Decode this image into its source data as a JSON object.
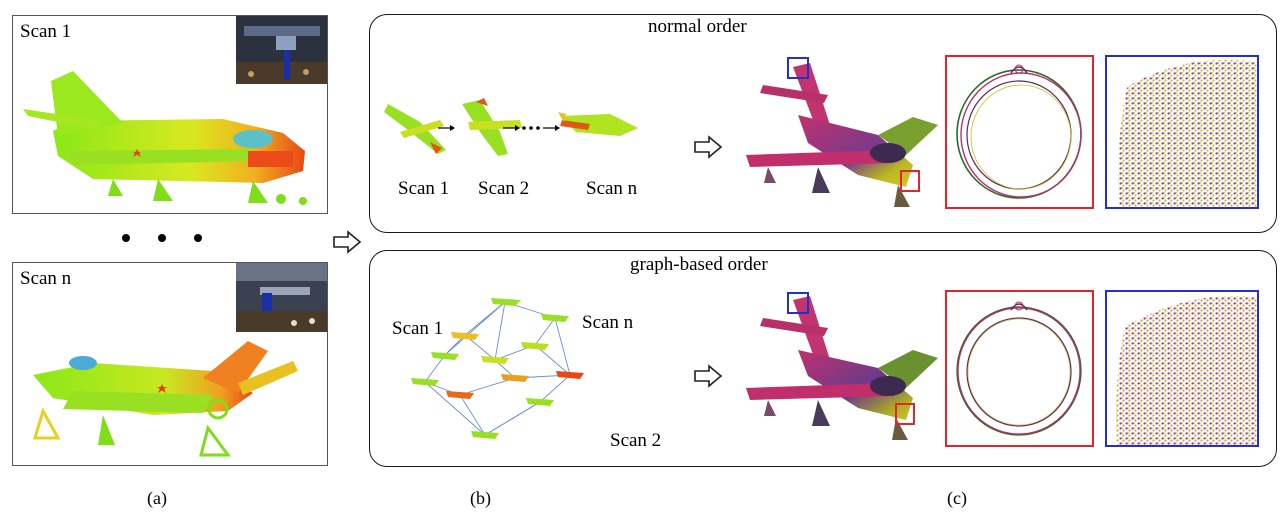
{
  "panel_a": {
    "top_label": "Scan 1",
    "bottom_label": "Scan n",
    "ellipsis_icon": "three-dots-icon"
  },
  "normal_order": {
    "title": "normal order",
    "scan_labels": [
      "Scan 1",
      "Scan 2",
      "Scan n"
    ]
  },
  "graph_order": {
    "title": "graph-based order",
    "scan_labels": [
      "Scan 1",
      "Scan n",
      "Scan 2"
    ]
  },
  "captions": [
    "(a)",
    "(b)",
    "(c)"
  ],
  "colors": {
    "zoom_red": "#e0262b",
    "zoom_blue": "#2430c8",
    "cloud_green": "#7ee01c",
    "cloud_yellow": "#e8e020",
    "cloud_red": "#e83a14",
    "merged_magenta": "#c2306e"
  }
}
